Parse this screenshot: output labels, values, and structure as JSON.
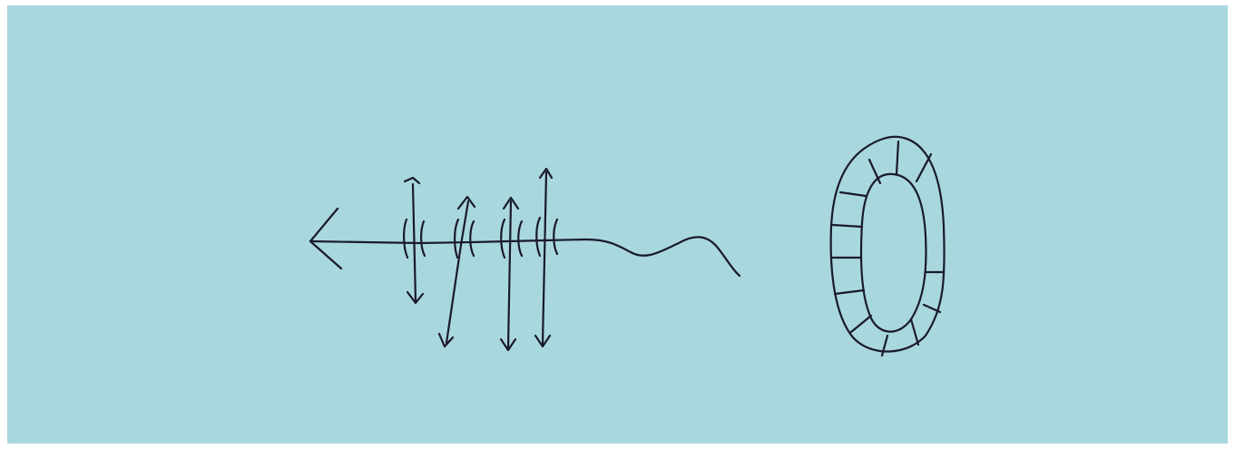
{
  "colors": {
    "background": "#a9d7de",
    "ink": "#1a1a2a"
  },
  "figure": {
    "elements": [
      "propagation-arrow",
      "wavy-tail",
      "oscillation-arrow-1",
      "oscillation-arrow-2",
      "oscillation-arrow-3",
      "oscillation-arrow-4",
      "cell-ring"
    ]
  }
}
